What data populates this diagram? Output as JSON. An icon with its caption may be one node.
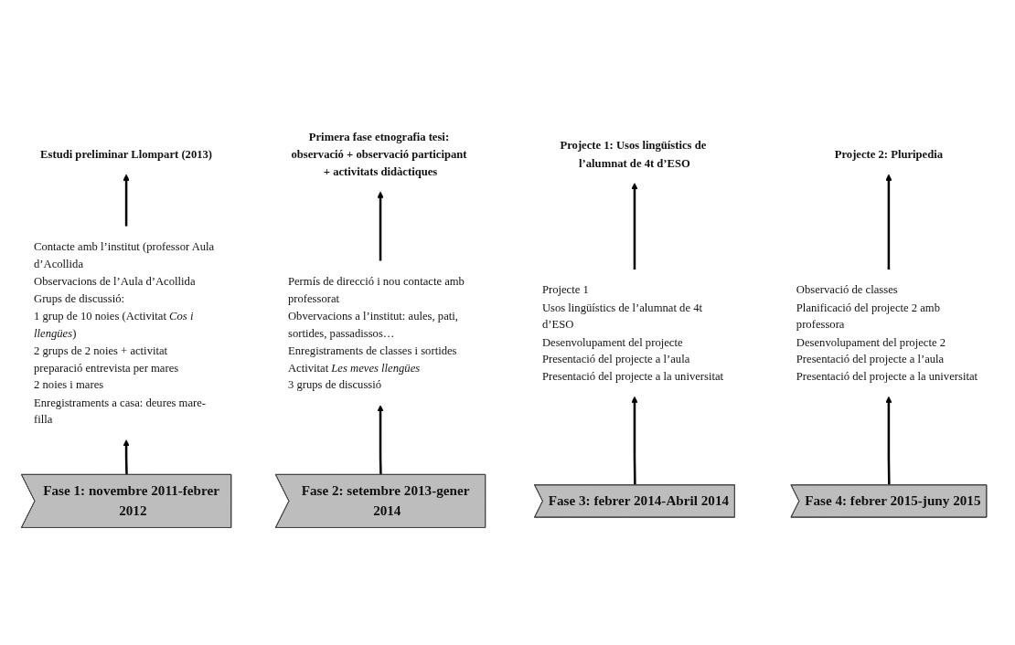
{
  "diagram": {
    "nodes": [
      {
        "text": [
          "Estudi preliminar Llompart (2013)"
        ]
      },
      {
        "text": [
          "Primera fase etnografia tesi: observació + observació participant + activitats didàctiques"
        ]
      },
      {
        "text": [
          "Projecte 1: Usos lingüístics de l’alumnat de 4t d’ESO"
        ]
      },
      {
        "text": [
          "Projecte 2: Pluripedia"
        ]
      },
      {
        "text": [
          "Contacte amb l’institut (professor Aula d’Acollida",
          "Observacions de l’Aula d’Acollida",
          "Grups de discussió:",
          "1 grup de 10 noies (Activitat *Cos i llengües*)",
          "2 grups de 2 noies + activitat preparació entrevista per mares",
          "2 noies i mares",
          "Enregistraments a casa: deures mare-filla"
        ]
      },
      {
        "text": [
          "Permís de direcció i nou contacte amb professorat",
          "Obvervacions a l’institut: aules, pati, sortides, passadissos…",
          "Enregistraments de classes i sortides",
          "Activitat *Les meves llengües*",
          "3 grups de discussió"
        ]
      },
      {
        "text": [
          "Projecte 1",
          "Usos lingüístics de l’alumnat de 4t d’ESO",
          "Desenvolupament del projecte",
          "Presentació del projecte a l’aula",
          "Presentació del projecte a la universitat"
        ]
      },
      {
        "text": [
          "Observació de classes",
          "Planificació del projecte 2 amb professora",
          "Desenvolupament del projecte 2",
          "Presentació del projecte a l’aula",
          "Presentació del projecte a la universitat"
        ]
      },
      {
        "text": [
          "Fase 1: novembre 2011-febrer 2012"
        ]
      },
      {
        "text": [
          "Fase 2: setembre 2013-gener 2014"
        ]
      },
      {
        "text": [
          "Fase 3: febrer 2014-Abril 2014"
        ]
      },
      {
        "text": [
          "Fase 4: febrer 2015-juny 2015"
        ]
      }
    ],
    "edges": [
      {
        "from": 8,
        "to": 4,
        "arrow": "to"
      },
      {
        "from": 4,
        "to": 0,
        "arrow": "to"
      },
      {
        "from": 9,
        "to": 5,
        "arrow": "to"
      },
      {
        "from": 5,
        "to": 1,
        "arrow": "to"
      },
      {
        "from": 10,
        "to": 6,
        "arrow": "to"
      },
      {
        "from": 6,
        "to": 2,
        "arrow": "to"
      },
      {
        "from": 11,
        "to": 7,
        "arrow": "to"
      },
      {
        "from": 7,
        "to": 3,
        "arrow": "to"
      }
    ]
  }
}
